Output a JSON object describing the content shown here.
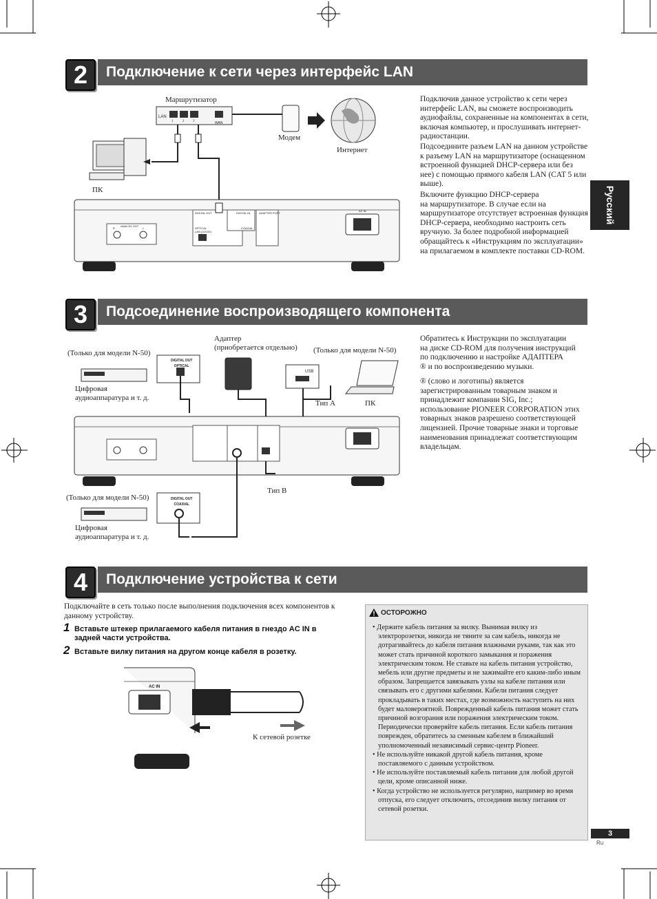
{
  "section2": {
    "number": "2",
    "title": "Подключение к сети через интерфейс LAN",
    "labels": {
      "router": "Маршрутизатор",
      "modem": "Модем",
      "internet": "Интернет",
      "pc": "ПК",
      "router_lan": "LAN",
      "router_wan": "WAN",
      "port1": "1",
      "port2": "2",
      "port3": "3"
    },
    "paragraphs": [
      "Подключив данное устройство к сети через\nинтерфейс LAN, вы сможете воспроизводить\nаудиофайлы, сохраненные на компонентах в сети,\nвключая компьютер, и прослушивать интернет-\nрадиостанции.",
      "Подсоедините разъем LAN на данном устройстве\nк разъему LAN на маршрутизаторе (оснащенном\nвстроенной функцией DHCP-сервера или без\nнее) с помощью прямого кабеля LAN (CAT 5 или\nвыше).",
      "Включите функцию DHCP-сервера\nна маршрутизаторе. В случае если на\nмаршрутизаторе отсутствует встроенная функция\nDHCP-сервера, необходимо настроить сеть\nвручную. За более подробной информацией\nобращайтесь к «Инструкциям по эксплуатации»\nна прилагаемом в комплекте поставки CD-ROM."
    ]
  },
  "section3": {
    "number": "3",
    "title": "Подсоединение воспроизводящего компонента",
    "labels": {
      "model_n50_a": "(Только для модели N-50)",
      "model_n50_b": "(Только для модели N-50)",
      "model_n50_c": "(Только для модели N-50)",
      "adapter": "Адаптер\n(приобретается отдельно)",
      "digital_av_a": "Цифровая\nаудиоаппаратура и т. д.",
      "digital_av_b": "Цифровая\nаудиоаппаратура и т. д.",
      "type_a": "Тип A",
      "type_b": "Тип B",
      "pc": "ПК",
      "digital_out_optical": "DIGITAL OUT\nOPTICAL",
      "digital_out_coaxial": "DIGITAL OUT\nCOAXIAL",
      "usb": "USB"
    },
    "paragraphs": [
      "Обратитесь к Инструкции по эксплуатации\nна диске CD-ROM для получения инструкций\nпо подключению и настройке АДАПТЕРА\n                      ® и по воспроизведению музыки.",
      "                      ® (слово и логотипы) является\nзарегистрированным товарным знаком и\nпринадлежит компании                SIG, Inc.;\nиспользование PIONEER CORPORATION этих\nтоварных знаков разрешено соответствующей\nлицензией. Прочие товарные знаки и торговые\nнаименования принадлежат соответствующим\nвладельцам."
    ]
  },
  "section4": {
    "number": "4",
    "title": "Подключение устройства к сети",
    "intro": "Подключайте в сеть только после выполнения подключения всех компонентов к\nданному устройству.",
    "steps": [
      {
        "num": "1",
        "text": "Вставьте штекер прилагаемого кабеля питания в гнездо AC IN в\nзадней части устройства."
      },
      {
        "num": "2",
        "text": "Вставьте вилку питания на другом конце кабеля в розетку."
      }
    ],
    "ac_in": "AC IN",
    "outlet_label": "К сетевой розетке"
  },
  "caution": {
    "title": "ОСТОРОЖНО",
    "items": [
      "• Держите кабель питания за вилку. Вынимая вилку из электророзетки, никогда не тяните за сам кабель, никогда не дотрагивайтесь до кабеля питания влажными руками, так как это может стать причиной короткого замыкания и поражения электрическим током. Не ставьте на кабель питания устройство, мебель или другие предметы и не зажимайте его каким-либо иным образом. Запрещается завязывать узлы на кабеле питания или связывать его с другими кабелями. Кабели питания следует прокладывать в таких местах, где возможность наступить на них будет маловероятной. Поврежденный кабель питания может стать причиной возгорания или поражения электрическим током. Периодически проверяйте кабель питания. Если кабель питания поврежден, обратитесь за сменным кабелем в ближайший уполномоченный независимый сервис-центр Pioneer.",
      "• Не используйте никакой другой кабель питания, кроме поставляемого с данным устройством.",
      "• Не используйте поставляемый кабель питания для любой другой цели, кроме описанной ниже.",
      "• Когда устройство не используется регулярно, например во время отпуска, его следует отключить, отсоединив вилку питания от сетевой розетки."
    ]
  },
  "device_labels": {
    "analog_out": "ANALOG OUT",
    "digital_out": "DIGITAL OUT",
    "digital_in": "DIGITAL IN",
    "adapter_port": "ADAPTER PORT",
    "lan": "LAN (10/100)",
    "ac_in": "AC IN",
    "coaxial": "COAXIAL",
    "optical": "OPTICAL",
    "channel_r": "R",
    "channel_l": "L"
  },
  "sidebar": {
    "language": "Русский"
  },
  "footer": {
    "page": "3",
    "lang": "Ru"
  }
}
